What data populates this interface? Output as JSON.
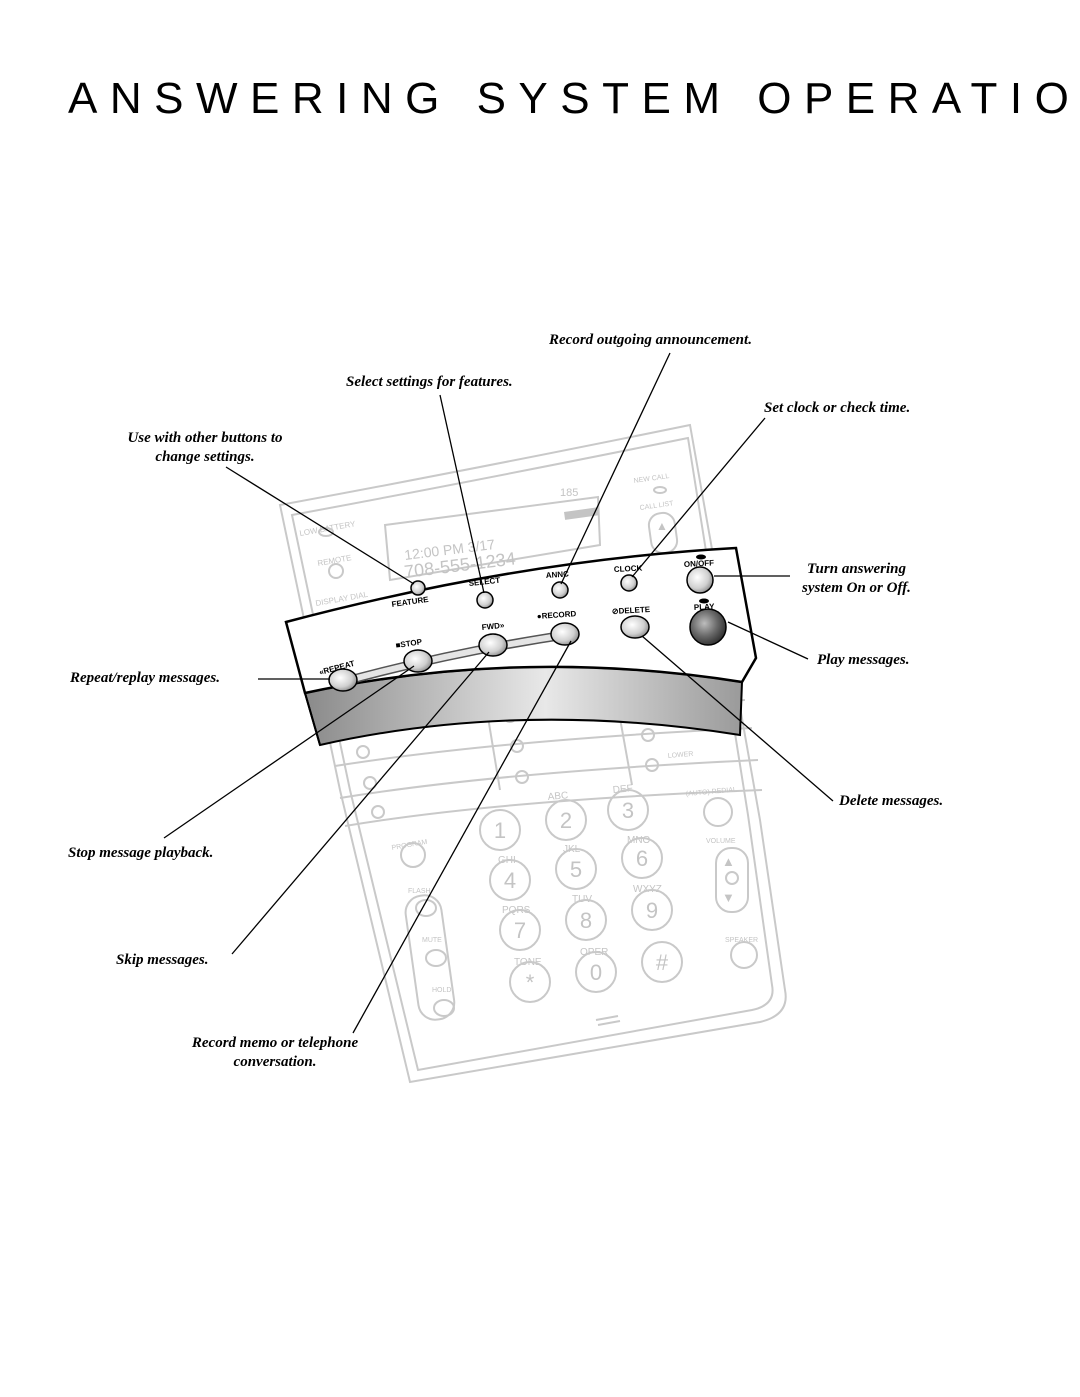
{
  "page": {
    "title": "ANSWERING SYSTEM OPERATION"
  },
  "callouts": {
    "record_announcement": "Record outgoing announcement.",
    "select_settings": "Select settings for features.",
    "set_clock": "Set clock or check time.",
    "use_with_other_1": "Use with other buttons to",
    "use_with_other_2": "change settings.",
    "turn_on_off_1": "Turn answering",
    "turn_on_off_2": "system On or Off.",
    "repeat_replay": "Repeat/replay messages.",
    "play_messages": "Play messages.",
    "delete_messages": "Delete messages.",
    "stop_playback": "Stop message playback.",
    "skip_messages": "Skip messages.",
    "record_memo_1": "Record memo or telephone",
    "record_memo_2": "conversation."
  },
  "panel_labels": {
    "feature": "FEATURE",
    "select": "SELECT",
    "annc": "ANNC",
    "clock": "CLOCK",
    "on_off": "ON/OFF",
    "play": "PLAY",
    "delete": "DELETE",
    "record": "RECORD",
    "fwd": "FWD",
    "stop": "STOP",
    "repeat": "REPEAT"
  },
  "phone_labels": {
    "low_battery": "LOW BATTERY",
    "remote": "REMOTE",
    "display_dial": "DISPLAY DIAL",
    "new_call": "NEW CALL",
    "call_list": "CALL LIST",
    "model": "185",
    "display_line1": "12:00 PM   3/17",
    "display_line2": "708-555-1234",
    "lower": "LOWER",
    "auto_redial": "(AUTO) REDIAL",
    "volume": "VOLUME",
    "speaker": "SPEAKER",
    "program": "PROGRAM",
    "flash": "FLASH",
    "mute": "MUTE",
    "hold": "HOLD",
    "keys": [
      "1",
      "2",
      "3",
      "4",
      "5",
      "6",
      "7",
      "8",
      "9",
      "*",
      "0",
      "#"
    ],
    "key_letters": [
      "ABC",
      "DEF",
      "GHI",
      "JKL",
      "MNO",
      "PQRS",
      "TUV",
      "WXYZ",
      "TONE",
      "OPER"
    ]
  }
}
